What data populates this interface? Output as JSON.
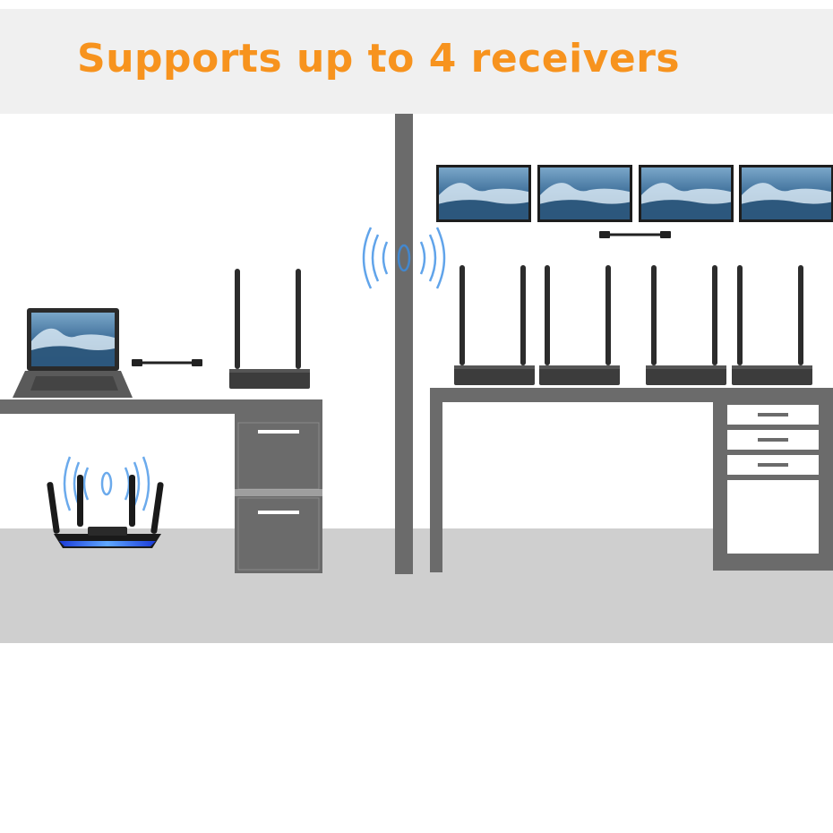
{
  "banner": {
    "headline": "Supports up to 4 receivers"
  },
  "colors": {
    "headline": "#f7931e",
    "banner_bg": "#f0f0f0",
    "floor": "#cfcfcf",
    "furniture": "#6b6b6b",
    "device": "#3c3c3c",
    "signal": "#3a8ee6"
  },
  "scene": {
    "transmitter_count": 1,
    "receiver_count": 4,
    "display_count": 4
  }
}
